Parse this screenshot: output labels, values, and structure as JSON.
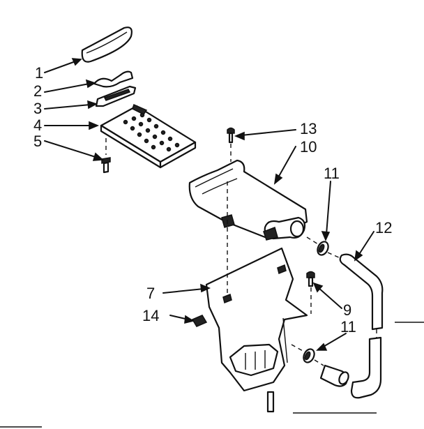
{
  "callouts": {
    "c1": "1",
    "c2": "2",
    "c3": "3",
    "c4": "4",
    "c5": "5",
    "c7": "7",
    "c9": "9",
    "c10": "10",
    "c11a": "11",
    "c11b": "11",
    "c12": "12",
    "c13": "13",
    "c14": "14"
  }
}
